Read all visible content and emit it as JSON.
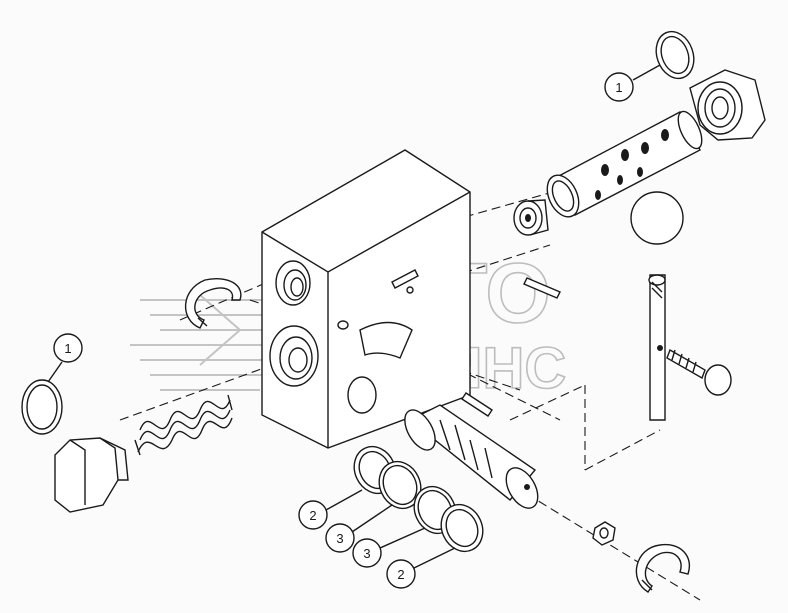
{
  "watermark": {
    "line1": "АВТО",
    "line2": "АЛЬЯНС"
  },
  "callouts": {
    "top_oring": "1",
    "left_oring": "1",
    "seal_upper_2": "2",
    "seal_upper_3": "3",
    "seal_lower_3": "3",
    "seal_lower_2": "2"
  },
  "colors": {
    "line": "#1a1a1a",
    "background": "#fbfbfb",
    "watermark": "#bdbdbd"
  }
}
